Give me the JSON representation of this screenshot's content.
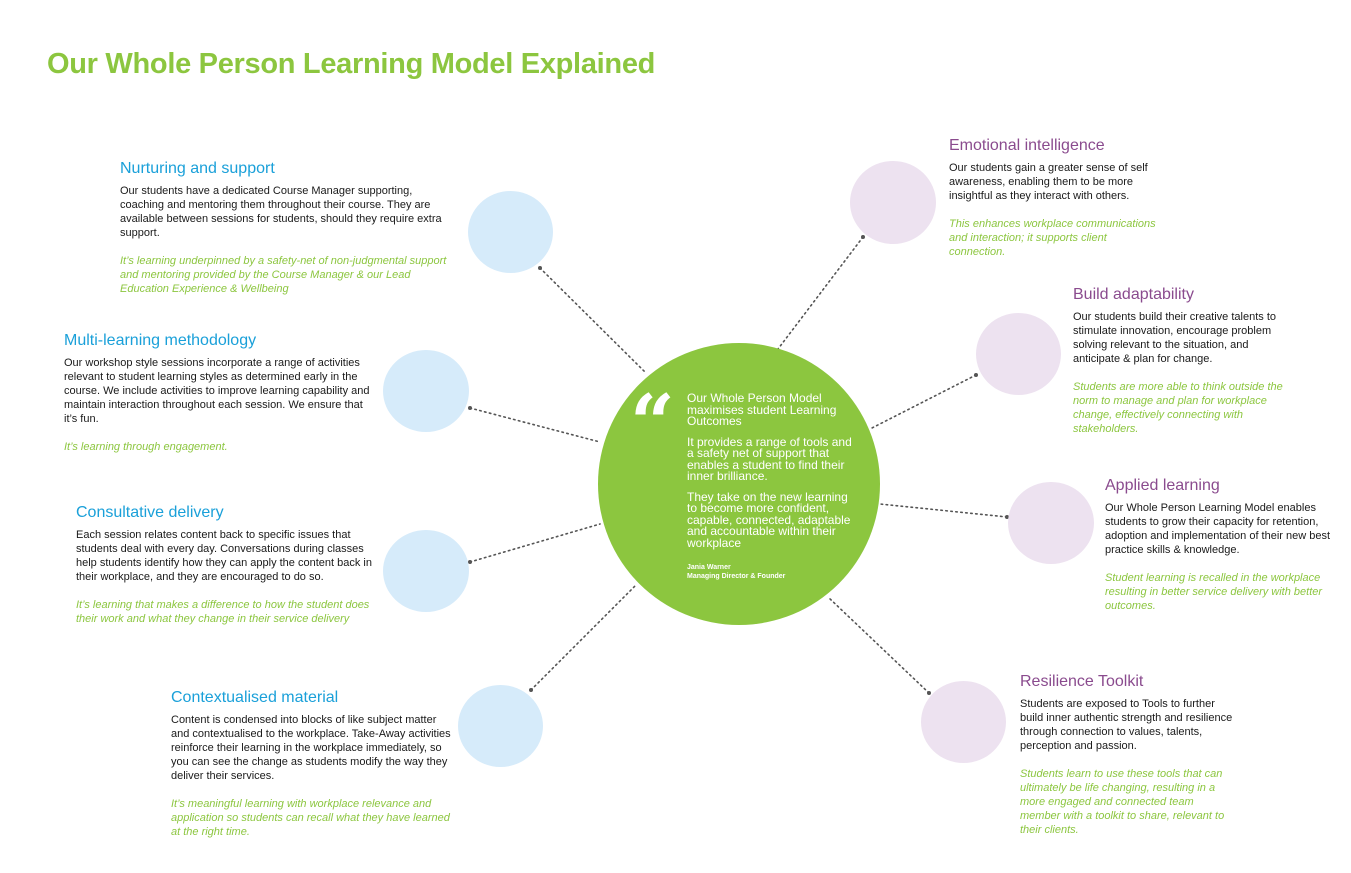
{
  "title": "Our Whole Person Learning Model Explained",
  "center": {
    "paragraphs": [
      "Our Whole Person Model maximises student Learning Outcomes",
      "It provides a range of tools and a safety net of support that enables a student to find their inner brilliance.",
      "They take on the new learning to become more confident, capable, connected, adaptable and accountable within their workplace"
    ],
    "author_name": "Jania Warner",
    "author_role": "Managing Director & Founder"
  },
  "nodes": {
    "nurturing": {
      "heading": "Nurturing and support",
      "body": "Our students have a dedicated Course Manager supporting, coaching and mentoring them throughout their course. They are available between sessions for students, should they require extra support.",
      "outcome": "It’s learning underpinned by a safety-net of non-judgmental support and mentoring provided by the Course Manager & our Lead Education Experience & Wellbeing"
    },
    "multi": {
      "heading": "Multi-learning methodology",
      "body": "Our workshop style sessions incorporate a range of activities relevant to student learning styles as determined early in the course. We include activities to improve learning capability and maintain interaction throughout each session. We ensure that it’s fun.",
      "outcome": "It’s learning through engagement."
    },
    "consultative": {
      "heading": "Consultative delivery",
      "body": "Each session relates content back to specific issues that students deal with every day. Conversations during classes help students identify how they can apply the content back in their workplace, and they are encouraged to do so.",
      "outcome": "It’s learning that makes a difference to how the student does their work and what they change in their service delivery"
    },
    "contextualised": {
      "heading": "Contextualised material",
      "body": "Content is condensed into blocks of like subject matter and contextualised to the workplace. Take-Away activities reinforce their learning in the workplace immediately, so you can see the change as students modify the way they deliver their services.",
      "outcome": "It’s meaningful learning with workplace relevance and application so students can recall what they have learned at the right time."
    },
    "emotional": {
      "heading": "Emotional intelligence",
      "body": "Our students gain a greater sense of self awareness, enabling them to be more insightful as they interact with others.",
      "outcome": "This enhances workplace communications and interaction; it supports client connection."
    },
    "adaptability": {
      "heading": "Build adaptability",
      "body": "Our students build their creative talents to stimulate innovation, encourage problem solving relevant to the situation, and anticipate & plan for change.",
      "outcome": "Students are more able to think outside the norm to manage and plan for workplace change, effectively connecting with stakeholders."
    },
    "applied": {
      "heading": "Applied learning",
      "body": "Our Whole Person Learning Model enables students to grow their capacity for retention, adoption and implementation of their new best practice skills & knowledge.",
      "outcome": "Student learning is recalled in the workplace resulting in better service delivery with better outcomes."
    },
    "resilience": {
      "heading": "Resilience Toolkit",
      "body": "Students are exposed to Tools to further build inner authentic strength and resilience through connection to values, talents, perception and passion.",
      "outcome": "Students learn to use these tools that can ultimately be life changing, resulting in a more engaged and connected team member with a toolkit to share, relevant to their clients."
    }
  },
  "colors": {
    "brand_green": "#8cc63f",
    "left_heading_blue": "#1aa0d9",
    "right_heading_purple": "#8a4b8e",
    "left_circle": "#d6ebfa",
    "right_circle": "#ede2f0",
    "connector": "#555555"
  }
}
